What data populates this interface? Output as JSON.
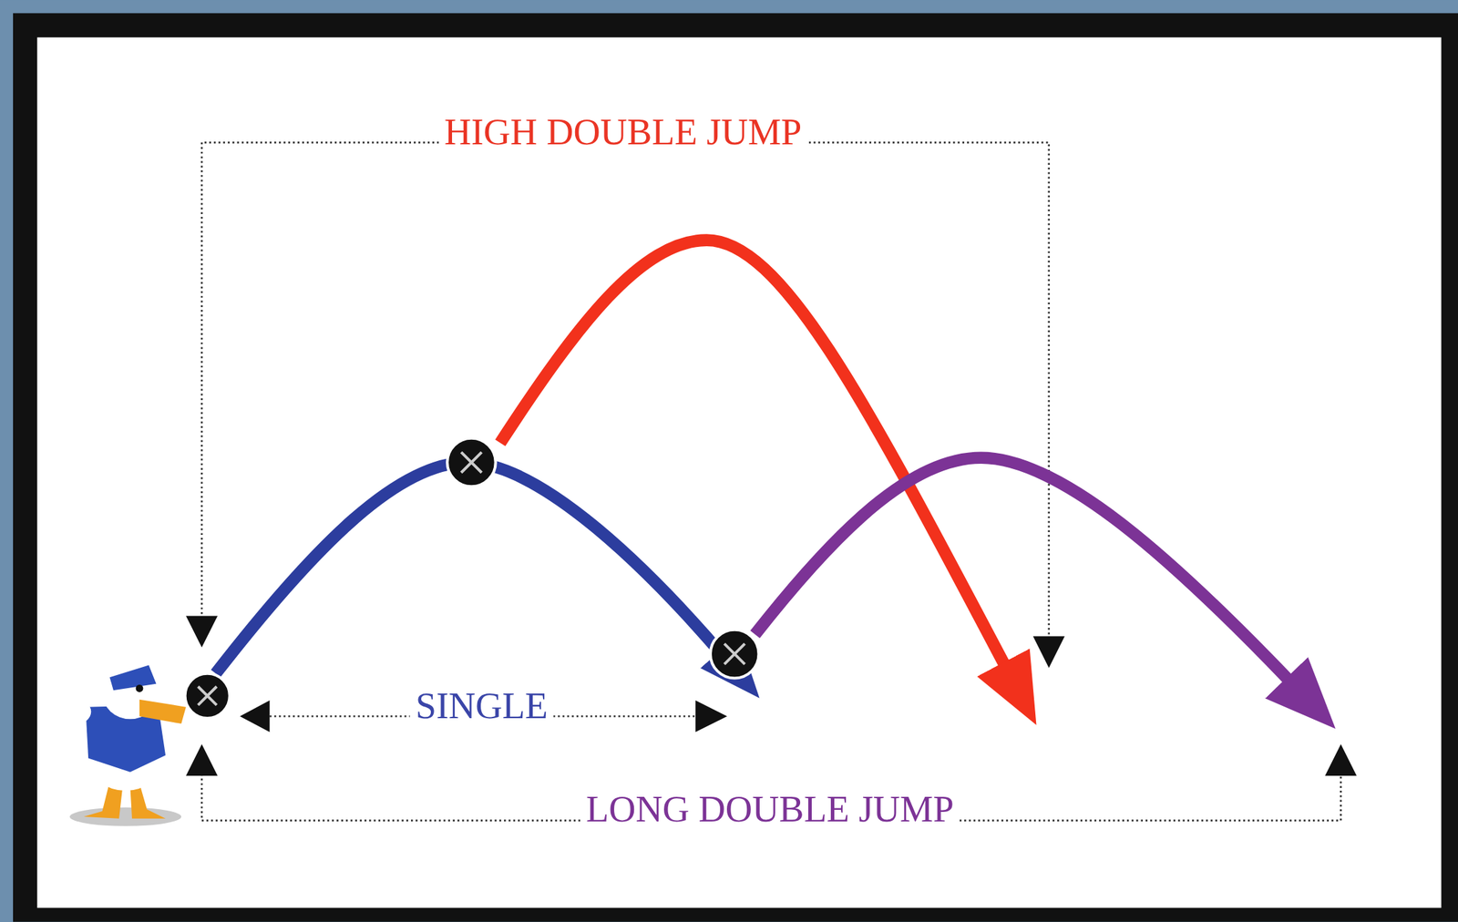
{
  "diagram": {
    "labels": [
      "HIGH DOUBLE JUMP",
      "SINGLE",
      "LONG DOUBLE JUMP"
    ]
  }
}
